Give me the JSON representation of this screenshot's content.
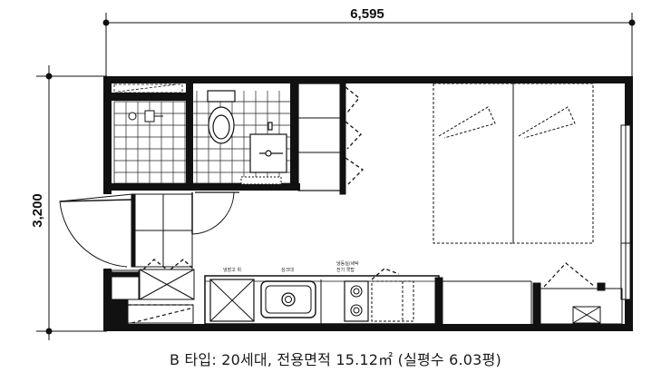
{
  "dimensions": {
    "width_label": "6,595",
    "height_label": "3,200"
  },
  "appliance_labels": {
    "left": "냉장고 위",
    "middle": "싱크대",
    "right_line1": "냉동실/세탁",
    "right_line2": "전기 쿡탑"
  },
  "caption": "B 타입: 20세대, 전용면적 15.12㎡ (실평수 6.03평)"
}
